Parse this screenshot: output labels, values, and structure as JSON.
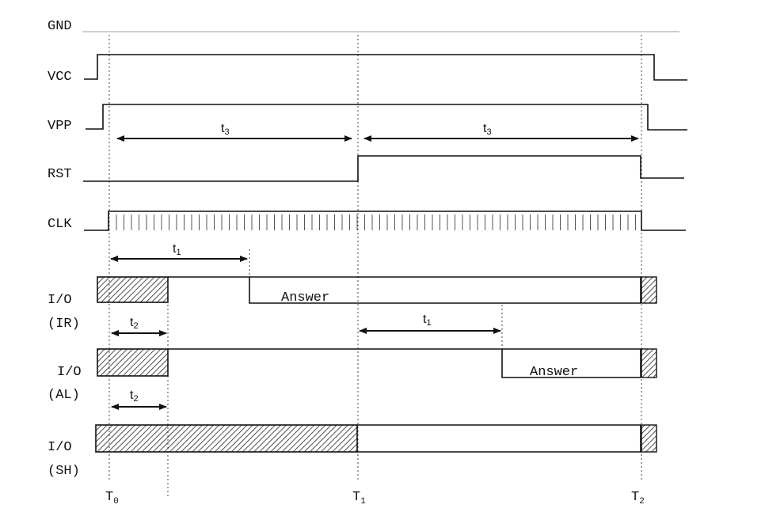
{
  "signals": {
    "gnd": "GND",
    "vcc": "VCC",
    "vpp": "VPP",
    "rst": "RST",
    "clk": "CLK",
    "io1": "I/O",
    "io1_mode": "(IR)",
    "io2": "I/O",
    "io2_mode": "(AL)",
    "io3": "I/O",
    "io3_mode": "(SH)"
  },
  "time_markers": {
    "t0": {
      "base": "T",
      "sub": "0"
    },
    "t1": {
      "base": "T",
      "sub": "1"
    },
    "t2": {
      "base": "T",
      "sub": "2"
    }
  },
  "intervals": {
    "t3_a": {
      "base": "t",
      "sub": "3"
    },
    "t3_b": {
      "base": "t",
      "sub": "3"
    },
    "t1_ir": {
      "base": "t",
      "sub": "1"
    },
    "t2_ir": {
      "base": "t",
      "sub": "2"
    },
    "t1_al": {
      "base": "t",
      "sub": "1"
    },
    "t2_al": {
      "base": "t",
      "sub": "2"
    }
  },
  "answers": {
    "ir": "Answer",
    "al": "Answer"
  }
}
